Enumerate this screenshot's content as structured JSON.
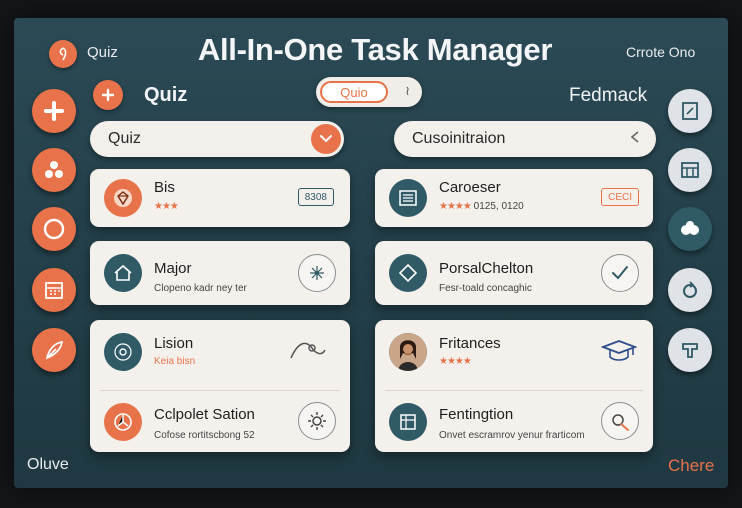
{
  "app": {
    "title": "All-In-One Task Manager",
    "top_left_label": "Quiz",
    "top_right_label": "Crrote Ono"
  },
  "toolbar": {
    "quiz_label": "Quiz",
    "pill_label": "Quio",
    "pill_aux": "≀",
    "feedback_label": "Fedmack"
  },
  "fields": {
    "left": {
      "value": "Quiz"
    },
    "right": {
      "value": "Cusoinitraion"
    }
  },
  "cards": {
    "bis": {
      "title": "Bis",
      "stars": "★★★",
      "badge": "8308"
    },
    "caroeser": {
      "title": "Caroeser",
      "stars": "★★★★",
      "meta": "0125, 0120",
      "badge": "CECI"
    },
    "major": {
      "title": "Major",
      "sub": "Clopeno kadr ney ter"
    },
    "persal": {
      "title": "PorsalChelton",
      "sub": "Fesr-toald concaghic"
    },
    "lision": {
      "title": "Lision",
      "sub": "Keia bisn"
    },
    "cclpolet": {
      "title": "Cclpolet Sation",
      "sub": "Cofose rortitscbong 52"
    },
    "fritances": {
      "title": "Fritances",
      "stars": "★★★★"
    },
    "fenting": {
      "title": "Fentingtion",
      "sub": "Onvet escramrov yenur frarticom"
    }
  },
  "footer": {
    "left_label": "Oluve",
    "right_label": "Chere"
  },
  "colors": {
    "accent": "#e8734a",
    "teal": "#2f5a66",
    "background": "#2b4a55",
    "card": "#f4f1ed"
  },
  "icons": {
    "left_sidebar": [
      "plus-icon",
      "cluster-icon",
      "circle-icon",
      "calendar-icon",
      "feather-icon"
    ],
    "right_sidebar": [
      "document-icon",
      "grid-icon",
      "hearts-icon",
      "refresh-icon",
      "tag-icon"
    ]
  }
}
